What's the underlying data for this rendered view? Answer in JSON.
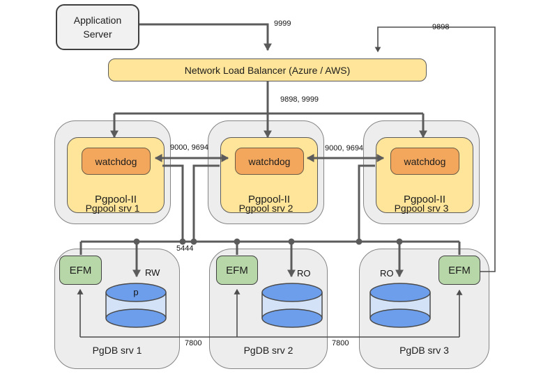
{
  "diagram": {
    "app_server": {
      "line1": "Application",
      "line2": "Server"
    },
    "nlb": {
      "label": "Network Load Balancer (Azure / AWS)"
    },
    "pgpool_servers": [
      {
        "name": "Pgpool srv 1",
        "middleware": "Pgpool-II",
        "watchdog": "watchdog"
      },
      {
        "name": "Pgpool srv 2",
        "middleware": "Pgpool-II",
        "watchdog": "watchdog"
      },
      {
        "name": "Pgpool srv 3",
        "middleware": "Pgpool-II",
        "watchdog": "watchdog"
      }
    ],
    "pgdb_servers": [
      {
        "name": "PgDB srv 1",
        "agent": "EFM",
        "db_label": "p",
        "access_mode": "RW"
      },
      {
        "name": "PgDB srv 2",
        "agent": "EFM",
        "db_label": "",
        "access_mode": "RO"
      },
      {
        "name": "PgDB srv 3",
        "agent": "EFM",
        "db_label": "",
        "access_mode": "RO"
      }
    ],
    "ports": {
      "app_to_nlb": "9999",
      "efm_to_nlb": "9898",
      "nlb_to_pgpool": "9898, 9999",
      "watchdog_link_left": "9000, 9694",
      "watchdog_link_right": "9000, 9694",
      "pgpool_to_db": "5444",
      "efm_link_left": "7800",
      "efm_link_right": "7800"
    },
    "colors": {
      "group_gray": "#ededed",
      "box_yellow": "#ffe599",
      "watchdog_orange": "#f3a75d",
      "efm_green": "#b7d7a8",
      "db_blue": "#6d9eeb",
      "db_blue_light": "#d3e2f7",
      "line_gray": "#5b5b5b"
    }
  }
}
